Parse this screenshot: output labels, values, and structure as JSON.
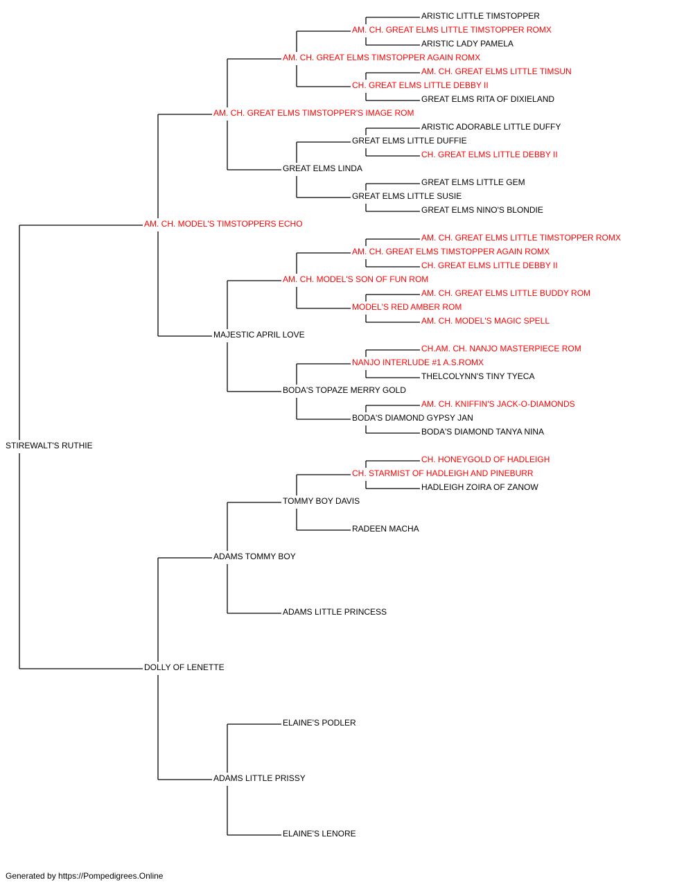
{
  "colors": {
    "champion": "#ff0000",
    "regular": "#000000",
    "line": "#000000"
  },
  "dogs": [
    {
      "id": "root",
      "name": "STIREWALT'S RUTHIE",
      "champion": false
    },
    {
      "id": "s",
      "name": "AM. CH. MODEL'S TIMSTOPPERS ECHO",
      "champion": true
    },
    {
      "id": "d",
      "name": "DOLLY OF LENETTE",
      "champion": false
    },
    {
      "id": "ss",
      "name": "AM. CH. GREAT ELMS TIMSTOPPER'S IMAGE ROM",
      "champion": true
    },
    {
      "id": "sd",
      "name": "MAJESTIC APRIL LOVE",
      "champion": false
    },
    {
      "id": "ds",
      "name": "ADAMS TOMMY BOY",
      "champion": false
    },
    {
      "id": "dd",
      "name": "ADAMS LITTLE PRISSY",
      "champion": false
    },
    {
      "id": "sss",
      "name": "AM. CH. GREAT ELMS TIMSTOPPER AGAIN ROMX",
      "champion": true
    },
    {
      "id": "ssd",
      "name": "GREAT ELMS LINDA",
      "champion": false
    },
    {
      "id": "sds",
      "name": "AM. CH. MODEL'S SON OF FUN ROM",
      "champion": true
    },
    {
      "id": "sdd",
      "name": "BODA'S TOPAZE MERRY GOLD",
      "champion": false
    },
    {
      "id": "dss",
      "name": "TOMMY BOY DAVIS",
      "champion": false
    },
    {
      "id": "dsd",
      "name": "ADAMS LITTLE PRINCESS",
      "champion": false
    },
    {
      "id": "dds",
      "name": "ELAINE'S PODLER",
      "champion": false
    },
    {
      "id": "ddd",
      "name": "ELAINE'S LENORE",
      "champion": false
    },
    {
      "id": "ssss",
      "name": "AM. CH. GREAT ELMS LITTLE TIMSTOPPER ROMX",
      "champion": true
    },
    {
      "id": "sssd",
      "name": "CH. GREAT ELMS LITTLE DEBBY II",
      "champion": true
    },
    {
      "id": "ssds",
      "name": "GREAT ELMS LITTLE DUFFIE",
      "champion": false
    },
    {
      "id": "ssdd",
      "name": "GREAT ELMS LITTLE SUSIE",
      "champion": false
    },
    {
      "id": "sdss",
      "name": "AM. CH. GREAT ELMS TIMSTOPPER AGAIN ROMX",
      "champion": true
    },
    {
      "id": "sdsd",
      "name": "MODEL'S RED AMBER ROM",
      "champion": true
    },
    {
      "id": "sdds",
      "name": "NANJO INTERLUDE #1 A.S.ROMX",
      "champion": true
    },
    {
      "id": "sddd",
      "name": "BODA'S DIAMOND GYPSY JAN",
      "champion": false
    },
    {
      "id": "dsss",
      "name": "CH. STARMIST OF HADLEIGH AND PINEBURR",
      "champion": true
    },
    {
      "id": "dssd",
      "name": "RADEEN MACHA",
      "champion": false
    },
    {
      "id": "sssss",
      "name": "ARISTIC LITTLE TIMSTOPPER",
      "champion": false
    },
    {
      "id": "ssssd",
      "name": "ARISTIC LADY PAMELA",
      "champion": false
    },
    {
      "id": "sssds",
      "name": "AM. CH. GREAT ELMS LITTLE TIMSUN",
      "champion": true
    },
    {
      "id": "sssdd",
      "name": "GREAT ELMS RITA OF DIXIELAND",
      "champion": false
    },
    {
      "id": "ssdss",
      "name": "ARISTIC ADORABLE LITTLE DUFFY",
      "champion": false
    },
    {
      "id": "ssdsd",
      "name": "CH. GREAT ELMS LITTLE DEBBY II",
      "champion": true
    },
    {
      "id": "ssdds",
      "name": "GREAT ELMS LITTLE GEM",
      "champion": false
    },
    {
      "id": "ssddd",
      "name": "GREAT ELMS NINO'S BLONDIE",
      "champion": false
    },
    {
      "id": "sdsss",
      "name": "AM. CH. GREAT ELMS LITTLE TIMSTOPPER ROMX",
      "champion": true
    },
    {
      "id": "sdssd",
      "name": "CH. GREAT ELMS LITTLE DEBBY II",
      "champion": true
    },
    {
      "id": "sdsds",
      "name": "AM. CH. GREAT ELMS LITTLE BUDDY ROM",
      "champion": true
    },
    {
      "id": "sdsdd",
      "name": "AM. CH. MODEL'S MAGIC SPELL",
      "champion": true
    },
    {
      "id": "sddss",
      "name": "CH.AM. CH. NANJO MASTERPIECE ROM",
      "champion": true
    },
    {
      "id": "sddsd",
      "name": "THELCOLYNN'S TINY TYECA",
      "champion": false
    },
    {
      "id": "sddds",
      "name": "AM. CH. KNIFFIN'S JACK-O-DIAMONDS",
      "champion": true
    },
    {
      "id": "sdddd",
      "name": "BODA'S DIAMOND TANYA NINA",
      "champion": false
    },
    {
      "id": "dssss",
      "name": "CH. HONEYGOLD OF HADLEIGH",
      "champion": true
    },
    {
      "id": "dsssd",
      "name": "HADLEIGH ZOIRA OF ZANOW",
      "champion": false
    }
  ],
  "footer": "Generated by https://Pompedigrees.Online"
}
